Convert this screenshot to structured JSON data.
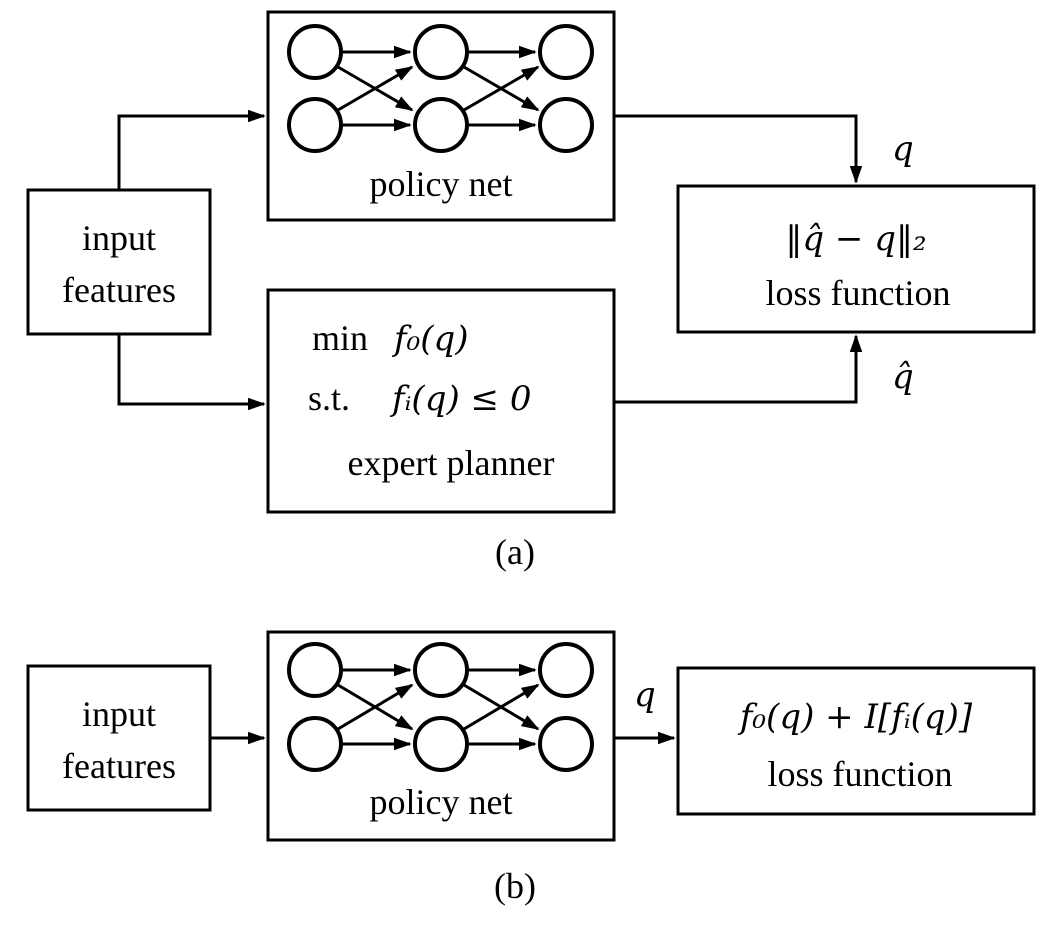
{
  "panel_a": {
    "input_line1": "input",
    "input_line2": "features",
    "policy_label": "policy net",
    "expert_obj_prefix": "min",
    "expert_obj_expr": "f₀(q)",
    "expert_con_prefix": "s.t.",
    "expert_con_expr": "fᵢ(q) ≤ 0",
    "expert_label": "expert planner",
    "loss_expr": "‖q̂ − q‖₂",
    "loss_label": "loss function",
    "edge_q": "q",
    "edge_qhat": "q̂",
    "caption": "(a)"
  },
  "panel_b": {
    "input_line1": "input",
    "input_line2": "features",
    "policy_label": "policy net",
    "edge_q": "q",
    "loss_expr": "f₀(q) + I[fᵢ(q)]",
    "loss_label": "loss function",
    "caption": "(b)"
  }
}
